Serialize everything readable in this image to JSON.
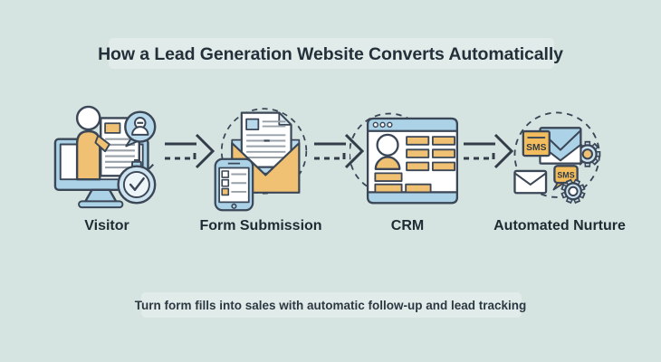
{
  "title": "How a Lead Generation Website Converts Automatically",
  "subtitle": "Turn form fills into sales with automatic follow-up and lead tracking",
  "steps": [
    {
      "label": "Visitor",
      "icon": "visitor-monitor-icon"
    },
    {
      "label": "Form Submission",
      "icon": "envelope-letter-phone-icon"
    },
    {
      "label": "CRM",
      "icon": "crm-browser-icon"
    },
    {
      "label": "Automated Nurture",
      "icon": "sms-email-gears-icon"
    }
  ],
  "icon_labels": {
    "sms_badge": "SMS",
    "sms_bubble": "SMS"
  },
  "colors": {
    "background": "#d6e4e1",
    "outline": "#3b4757",
    "accent_orange": "#f0c173",
    "accent_orange_deep": "#f3bd5e",
    "accent_blue": "#abd2e6",
    "pale_blue": "#cde4f0",
    "text_dark": "#233039"
  }
}
